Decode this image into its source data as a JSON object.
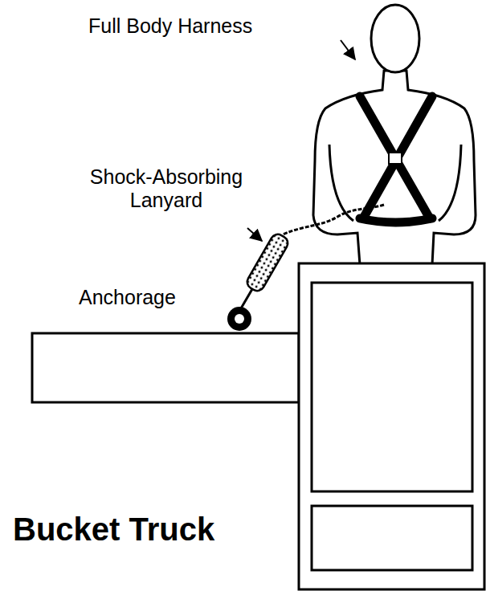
{
  "diagram": {
    "title": "Bucket Truck",
    "labels": [
      "Full Body Harness",
      "Shock-Absorbing Lanyard",
      "Anchorage"
    ]
  }
}
